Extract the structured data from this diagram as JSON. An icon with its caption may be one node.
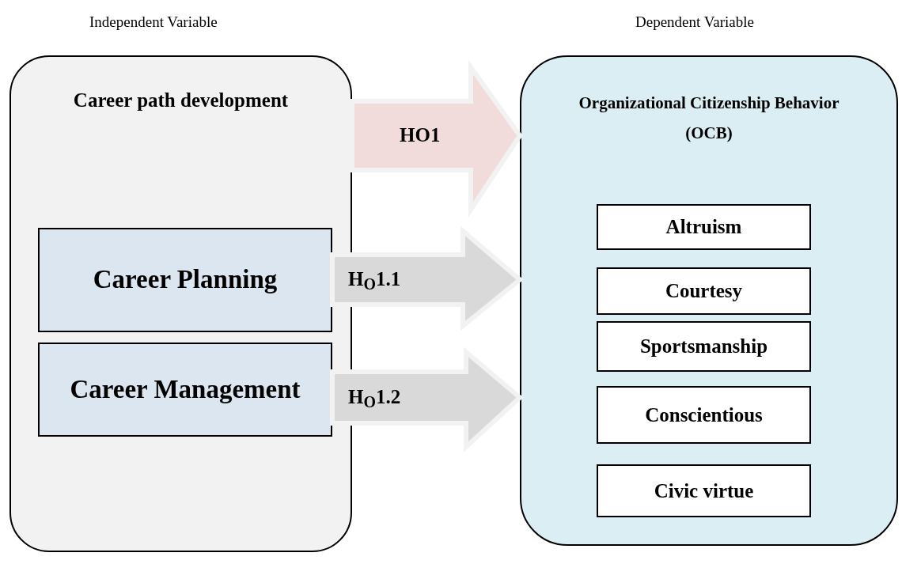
{
  "diagram": {
    "nodes": [
      {
        "text": [
          "Career path development"
        ]
      },
      {
        "text": [
          "Career Planning"
        ],
        "in": 0
      },
      {
        "text": [
          "Career Management"
        ],
        "in": 0
      },
      {
        "text": [
          "Organizational Citizenship Behavior (OCB)"
        ]
      },
      {
        "text": [
          "Altruism"
        ],
        "in": 3
      },
      {
        "text": [
          "Courtesy"
        ],
        "in": 3
      },
      {
        "text": [
          "Sportsmanship"
        ],
        "in": 3
      },
      {
        "text": [
          "Conscientious"
        ],
        "in": 3
      },
      {
        "text": [
          "Civic virtue"
        ],
        "in": 3
      }
    ],
    "edges": [
      {
        "from": 0,
        "to": 3,
        "label": "HO1",
        "arrow": "to",
        "style": "thick",
        "color": "#f2dcdb"
      },
      {
        "from": 1,
        "to": 3,
        "label": "H$_{O}$1.1",
        "arrow": "to",
        "style": "thick"
      },
      {
        "from": 2,
        "to": 3,
        "label": "H$_{O}$1.2",
        "arrow": "to",
        "style": "thick"
      }
    ],
    "labels": [
      "Independent Variable",
      "Dependent Variable"
    ]
  }
}
